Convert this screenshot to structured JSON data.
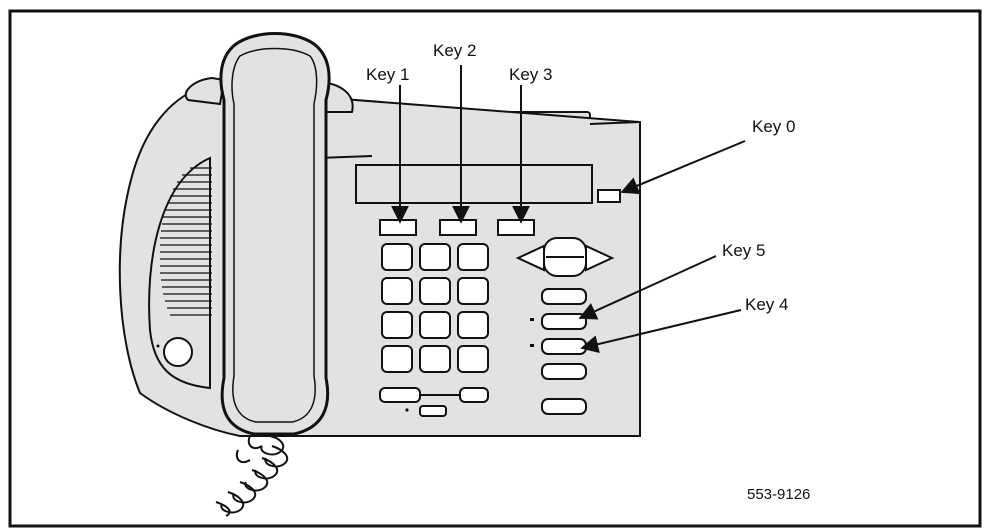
{
  "labels": {
    "key_0": "Key 0",
    "key_1": "Key 1",
    "key_2": "Key 2",
    "key_3": "Key 3",
    "key_4": "Key 4",
    "key_5": "Key 5"
  },
  "figure_number": "553-9126",
  "colors": {
    "phone_fill": "#e2e2e2",
    "line": "#111111",
    "background": "#ffffff"
  }
}
